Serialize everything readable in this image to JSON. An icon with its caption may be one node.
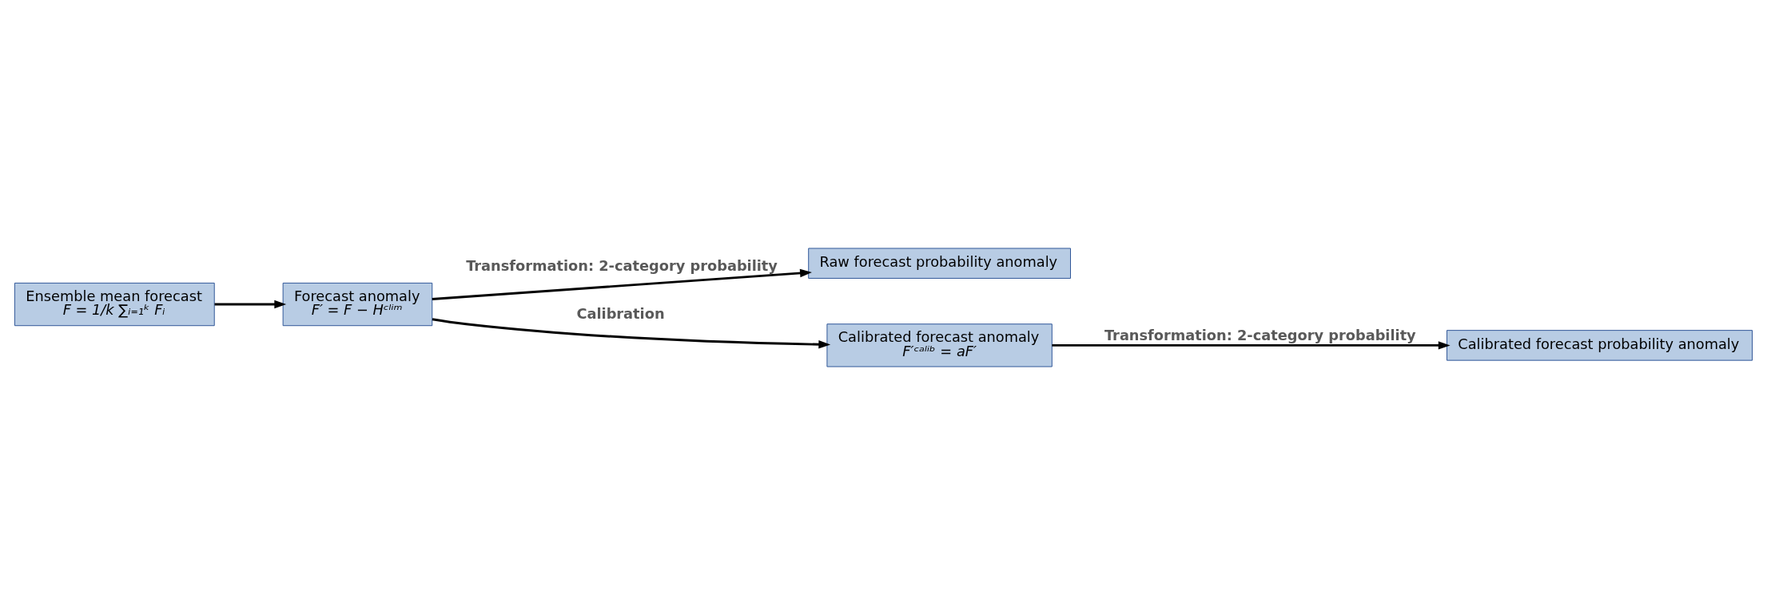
{
  "diagram": {
    "nodes": [
      {
        "text": [
          "Ensemble mean forecast",
          "F = 1/k ∑ᵢ₌₁ᵏ Fᵢ"
        ]
      },
      {
        "text": [
          "Forecast anomaly",
          "F′ = F − Hᶜˡⁱᵐ"
        ]
      },
      {
        "text": [
          "Raw forecast probability anomaly"
        ]
      },
      {
        "text": [
          "Calibrated forecast anomaly",
          "F′ᶜᵃˡⁱᵇ = aF′"
        ]
      },
      {
        "text": [
          "Calibrated forecast probability anomaly"
        ]
      }
    ],
    "edges": [
      {
        "from": 0,
        "to": 1,
        "arrow": "to"
      },
      {
        "from": 1,
        "to": 2,
        "arrow": "to",
        "label": "Transformation: 2-category probability"
      },
      {
        "from": 1,
        "to": 3,
        "arrow": "to",
        "label": "Calibration"
      },
      {
        "from": 3,
        "to": 4,
        "arrow": "to",
        "label": "Transformation: 2-category probability"
      }
    ]
  }
}
